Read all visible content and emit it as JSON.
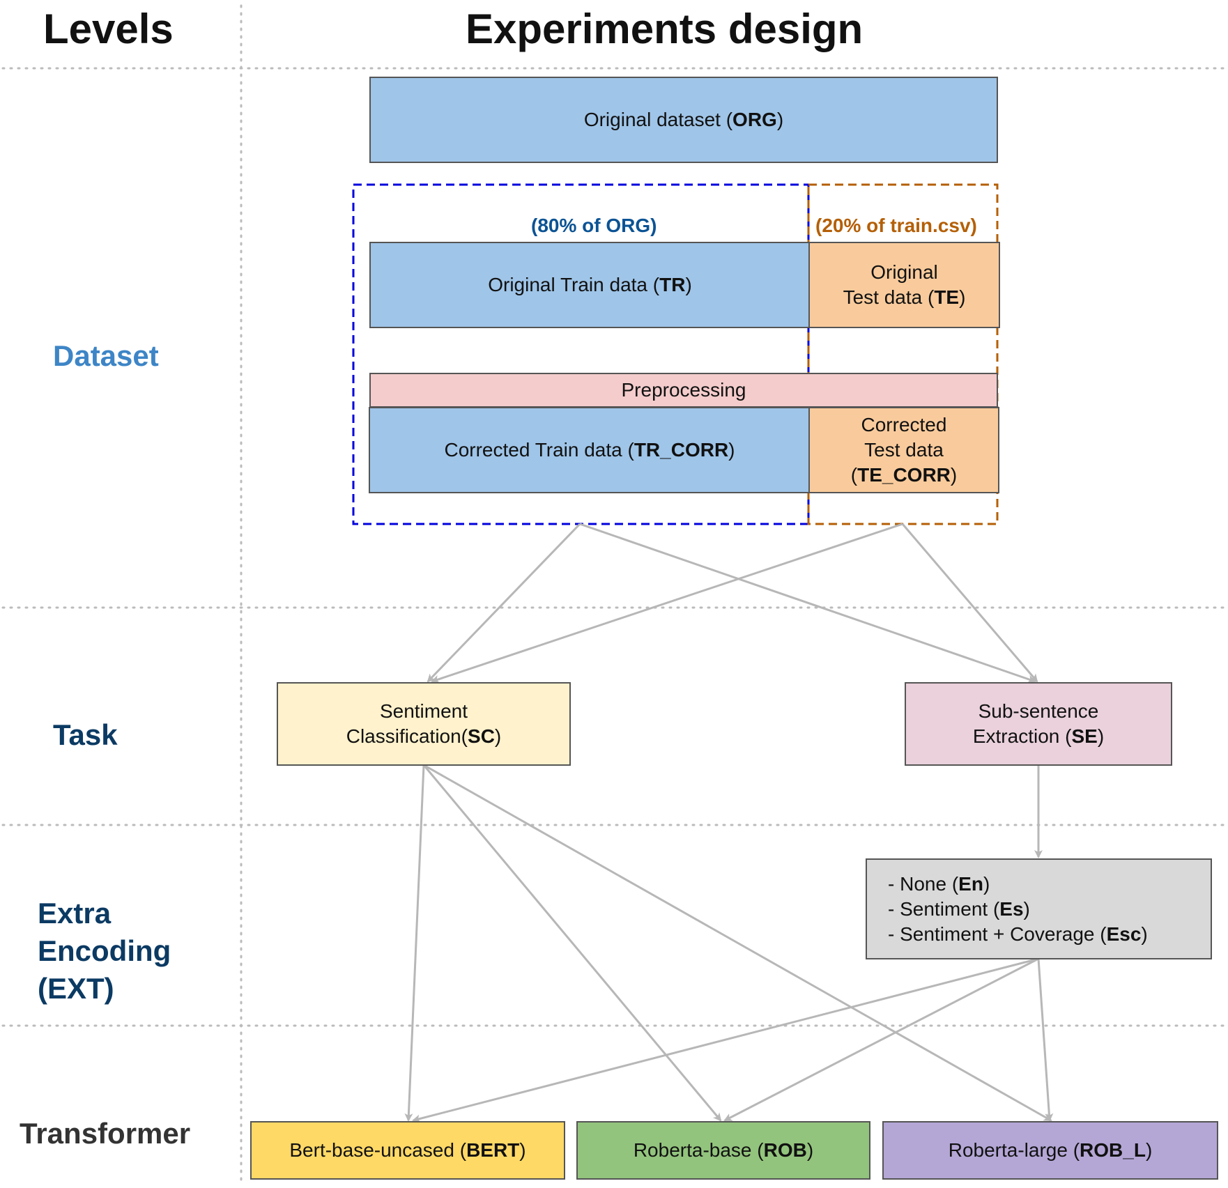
{
  "headers": {
    "levels": "Levels",
    "design": "Experiments design"
  },
  "levels": {
    "dataset": "Dataset",
    "task": "Task",
    "extra_line1": "Extra",
    "extra_line2": "Encoding",
    "extra_line3": "(EXT)",
    "transformer": "Transformer"
  },
  "colors": {
    "dataset_level": "#3d85c6",
    "dark_level": "#0b3a63",
    "transformer_level": "#333333",
    "blue_box": "#9fc5e8",
    "orange_box": "#f9cb9c",
    "pink_box": "#f4cccc",
    "yellow_box": "#fff2cc",
    "mauve_box": "#ead1dc",
    "gray_box": "#d9d9d9",
    "bert_box": "#ffd966",
    "rob_box": "#93c47d",
    "robl_box": "#b4a7d6",
    "train_dash": "#0000dd",
    "test_dash": "#b45f06",
    "arrow": "#b7b7b7"
  },
  "dataset": {
    "org": {
      "text": "Original dataset (",
      "abbr": "ORG",
      "close": ")"
    },
    "train_pct": "(80% of ORG)",
    "test_pct": "(20% of train.csv)",
    "tr": {
      "text": "Original Train data (",
      "abbr": "TR",
      "close": ")"
    },
    "te": {
      "line1": "Original",
      "line2": "Test data (",
      "abbr": "TE",
      "close": ")"
    },
    "preprocessing": "Preprocessing",
    "tr_corr": {
      "text": "Corrected Train data (",
      "abbr": "TR_CORR",
      "close": ")"
    },
    "te_corr": {
      "line1": "Corrected",
      "line2": "Test data",
      "open": "(",
      "abbr": "TE_CORR",
      "close": ")"
    }
  },
  "task": {
    "sc": {
      "line1": "Sentiment",
      "line2": "Classification(",
      "abbr": "SC",
      "close": ")"
    },
    "se": {
      "line1": "Sub-sentence",
      "line2": "Extraction (",
      "abbr": "SE",
      "close": ")"
    }
  },
  "encoding": {
    "items": [
      {
        "text": "- None (",
        "abbr": "En",
        "close": ")"
      },
      {
        "text": "- Sentiment (",
        "abbr": "Es",
        "close": ")"
      },
      {
        "text": "- Sentiment + Coverage (",
        "abbr": "Esc",
        "close": ")"
      }
    ]
  },
  "transformers": {
    "bert": {
      "text": "Bert-base-uncased (",
      "abbr": "BERT",
      "close": ")"
    },
    "rob": {
      "text": "Roberta-base (",
      "abbr": "ROB",
      "close": ")"
    },
    "robl": {
      "text": "Roberta-large (",
      "abbr": "ROB_L",
      "close": ")"
    }
  }
}
